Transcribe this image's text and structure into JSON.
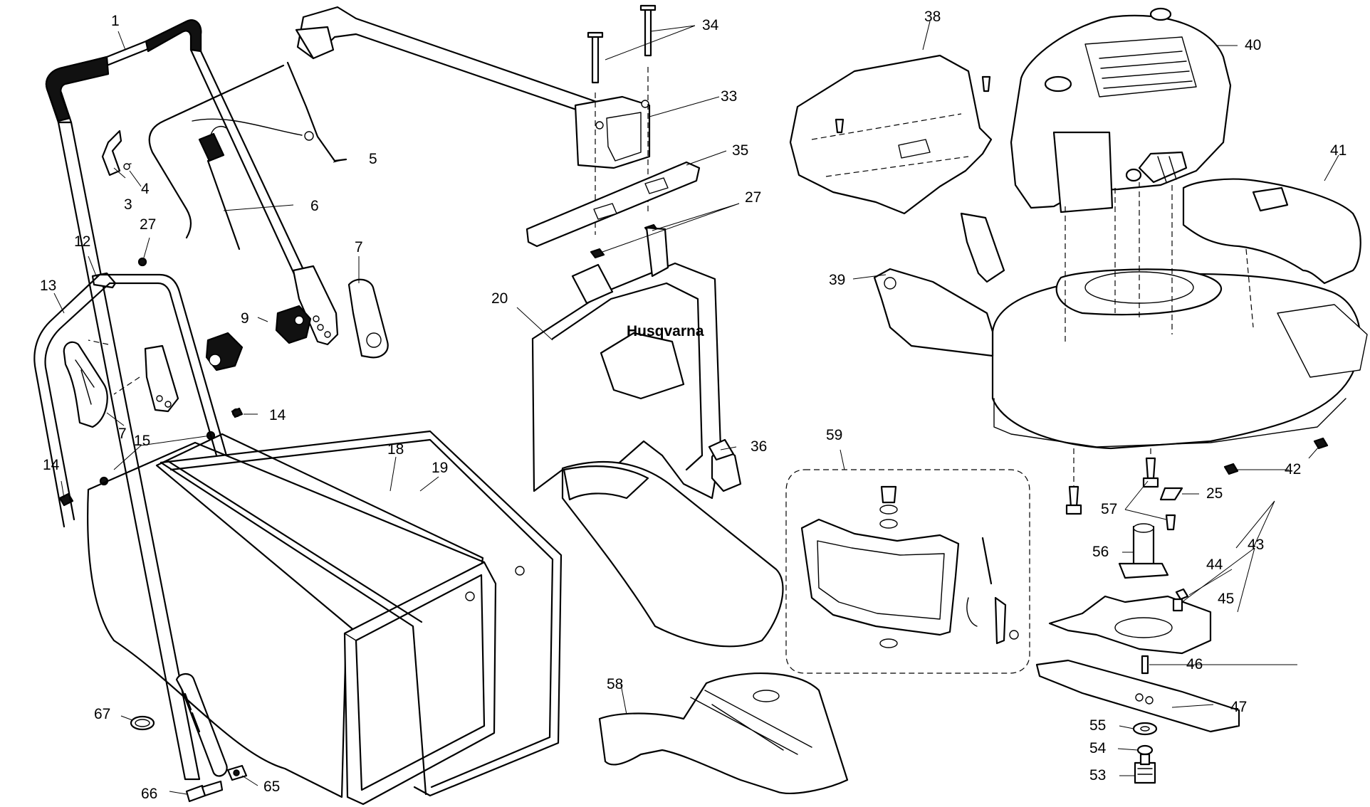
{
  "labels": [
    {
      "n": "1"
    },
    {
      "n": "3"
    },
    {
      "n": "4"
    },
    {
      "n": "5"
    },
    {
      "n": "6"
    },
    {
      "n": "7"
    },
    {
      "n": "7"
    },
    {
      "n": "9"
    },
    {
      "n": "12"
    },
    {
      "n": "13"
    },
    {
      "n": "14"
    },
    {
      "n": "14"
    },
    {
      "n": "15"
    },
    {
      "n": "18"
    },
    {
      "n": "19"
    },
    {
      "n": "20"
    },
    {
      "n": "25"
    },
    {
      "n": "27"
    },
    {
      "n": "27"
    },
    {
      "n": "33"
    },
    {
      "n": "34"
    },
    {
      "n": "35"
    },
    {
      "n": "36"
    },
    {
      "n": "38"
    },
    {
      "n": "39"
    },
    {
      "n": "40"
    },
    {
      "n": "41"
    },
    {
      "n": "42"
    },
    {
      "n": "42"
    },
    {
      "n": "43"
    },
    {
      "n": "44"
    },
    {
      "n": "45"
    },
    {
      "n": "46"
    },
    {
      "n": "47"
    },
    {
      "n": "53"
    },
    {
      "n": "54"
    },
    {
      "n": "55"
    },
    {
      "n": "56"
    },
    {
      "n": "57"
    },
    {
      "n": "58"
    },
    {
      "n": "59"
    },
    {
      "n": "65"
    },
    {
      "n": "66"
    },
    {
      "n": "67"
    }
  ],
  "logo_text": "Husqvarna"
}
